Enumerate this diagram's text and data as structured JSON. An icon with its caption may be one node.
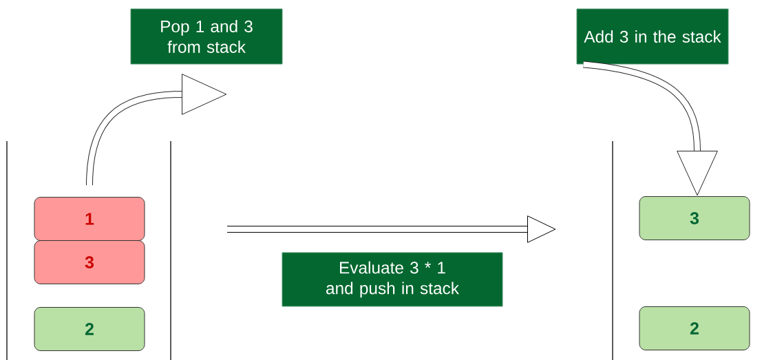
{
  "diagram": {
    "nodes": [
      {
        "text": [
          "Pop 1 and 3 from stack"
        ]
      },
      {
        "text": [
          "Add 3 in the stack"
        ]
      },
      {
        "text": [
          "1"
        ]
      },
      {
        "text": [
          "3"
        ]
      },
      {
        "text": [
          "2"
        ]
      },
      {
        "text": [
          "Evaluate 3 * 1 and push in stack"
        ]
      },
      {
        "text": [
          "3"
        ]
      },
      {
        "text": [
          "2"
        ]
      }
    ],
    "edges": [
      {
        "from": 2,
        "to": null,
        "arrow": "to"
      },
      {
        "from": 1,
        "to": 6,
        "arrow": "to"
      }
    ]
  }
}
